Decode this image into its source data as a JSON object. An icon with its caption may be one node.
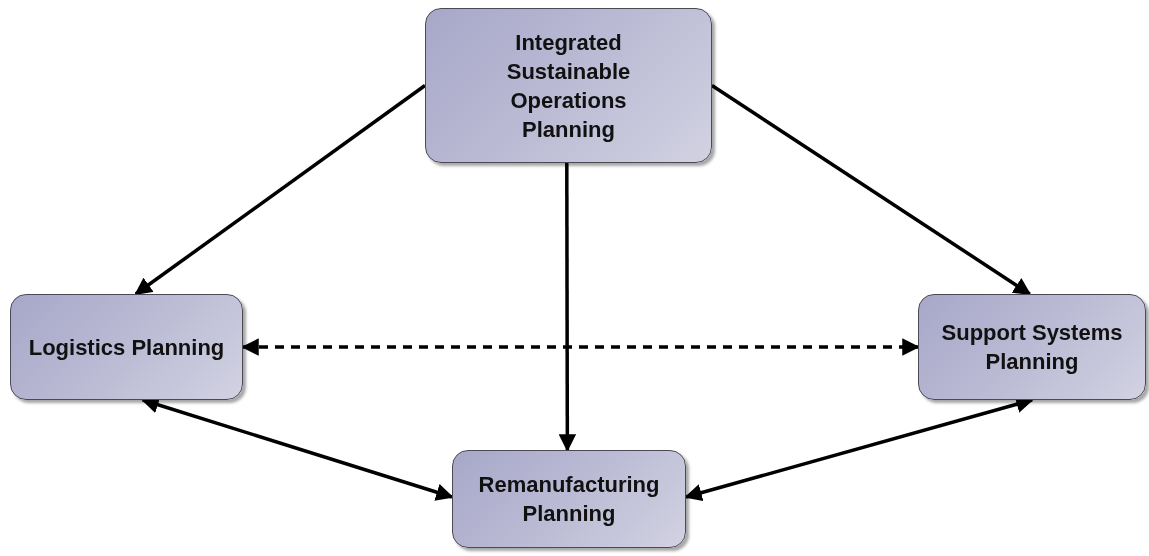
{
  "diagram": {
    "nodes": [
      {
        "text": [
          "Integrated Sustainable Operations Planning"
        ]
      },
      {
        "text": [
          "Logistics Planning"
        ]
      },
      {
        "text": [
          "Support Systems Planning"
        ]
      },
      {
        "text": [
          "Remanufacturing Planning"
        ]
      }
    ],
    "edges": [
      {
        "from": 0,
        "to": 1,
        "arrow": "to"
      },
      {
        "from": 0,
        "to": 2,
        "arrow": "to"
      },
      {
        "from": 0,
        "to": 3,
        "arrow": "to"
      },
      {
        "from": 1,
        "to": 2,
        "arrow": "both",
        "style": "dashed"
      },
      {
        "from": 1,
        "to": 3,
        "arrow": "both"
      },
      {
        "from": 3,
        "to": 2,
        "arrow": "both"
      }
    ]
  }
}
